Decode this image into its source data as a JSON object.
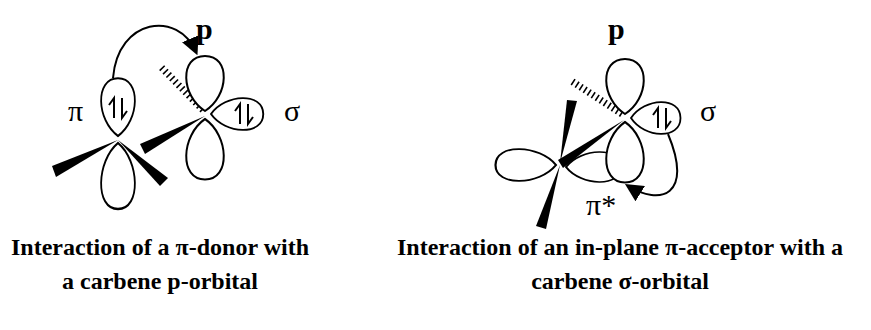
{
  "diagram": {
    "labels": [
      "π",
      "p",
      "σ",
      "Interaction of a π-donor with a carbene p-orbital",
      "p",
      "σ",
      "π*",
      "Interaction of an in-plane π-acceptor with a carbene σ-orbital"
    ]
  }
}
